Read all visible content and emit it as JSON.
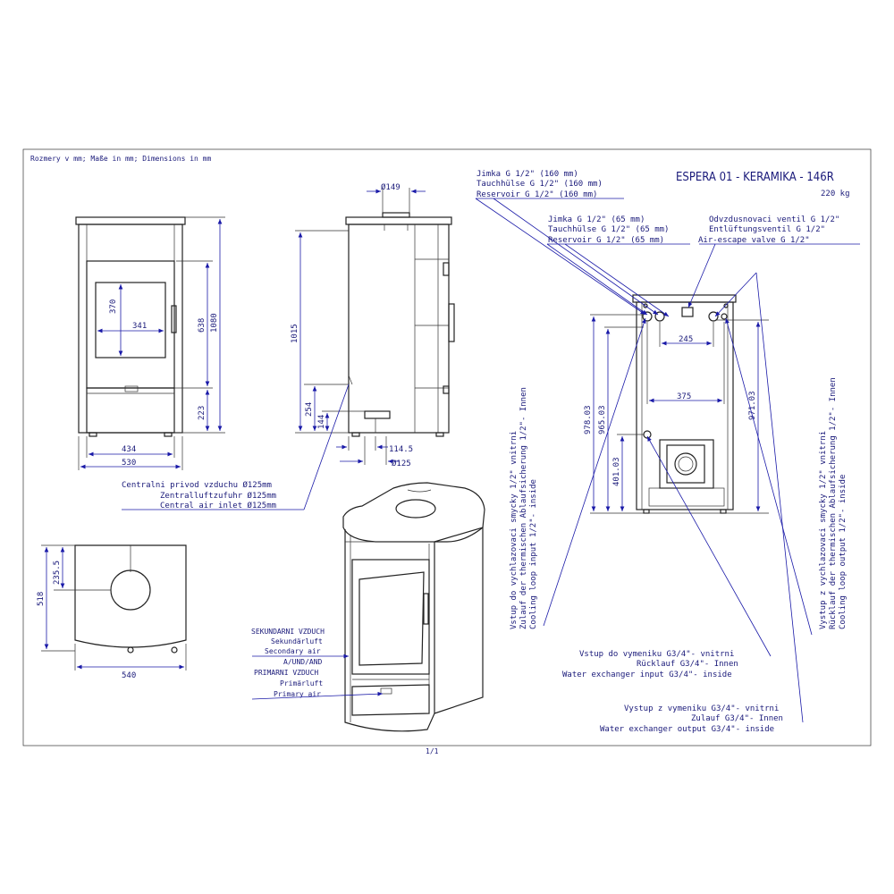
{
  "header": {
    "dimensions_note": "Rozmery v mm; Maße in mm; Dimensions in mm",
    "title": "ESPERA 01 - KERAMIKA - 146R",
    "weight": "220 kg",
    "page_number": "1/1"
  },
  "front_view": {
    "dims": {
      "door_height": "370",
      "door_width": "341",
      "height_638": "638",
      "height_total": "1080",
      "height_223": "223",
      "width_434": "434",
      "width_530": "530"
    }
  },
  "side_view": {
    "dims": {
      "flue_diameter": "Ø149",
      "height_1015": "1015",
      "height_254": "254",
      "height_144": "144",
      "depth_114_5": "114.5",
      "inlet_diameter": "Ø125"
    },
    "air_inlet_label": [
      "Centralni privod vzduchu Ø125mm",
      "Zentralluftzufuhr Ø125mm",
      "Central air inlet Ø125mm"
    ]
  },
  "top_view": {
    "dims": {
      "depth_518": "518",
      "offset_235_5": "235.5",
      "width_540": "540"
    }
  },
  "rear_view": {
    "dims": {
      "h_978": "978.03",
      "h_965": "965.03",
      "h_401": "401.03",
      "h_971": "971.03",
      "w_245": "245",
      "w_375": "375"
    },
    "reservoir_160": [
      "Jimka G 1/2\" (160 mm)",
      "Tauchhülse G 1/2\" (160 mm)",
      "Reservoir G 1/2\" (160 mm)"
    ],
    "reservoir_65": [
      "Jimka G 1/2\" (65 mm)",
      "Tauchhülse G 1/2\" (65 mm)",
      "Reservoir G 1/2\" (65 mm)"
    ],
    "air_escape": [
      "Odvzdusnovaci ventil G 1/2\"",
      "Entlüftungsventil G 1/2\"",
      "Air-escape valve G 1/2\""
    ],
    "cooling_input": [
      "Vstup do vychlazovaci smycky 1/2\" vnitrni",
      "Zulauf der thermischen Ablaufsicherung 1/2\"- Innen",
      "Cooling loop input 1/2\"- inside"
    ],
    "cooling_output": [
      "Vystup z vychlazovaci smycky 1/2\" vnitrni",
      "Rücklauf der thermischen Ablaufsicherung 1/2\"- Innen",
      "Cooling loop output 1/2\"- inside"
    ],
    "exchanger_input": [
      "Vstup do vymeniku G3/4\"- vnitrni",
      "Rücklauf G3/4\"- Innen",
      "Water exchanger input G3/4\"- inside"
    ],
    "exchanger_output": [
      "Vystup z vymeniku G3/4\"- vnitrni",
      "Zulauf G3/4\"- Innen",
      "Water exchanger output G3/4\"- inside"
    ]
  },
  "iso_view": {
    "air_labels": [
      "SEKUNDARNI VZDUCH",
      "Sekundärluft",
      "Secondary air",
      "A/UND/AND",
      "PRIMARNI VZDUCH",
      "Primärluft",
      "Primary air"
    ]
  }
}
